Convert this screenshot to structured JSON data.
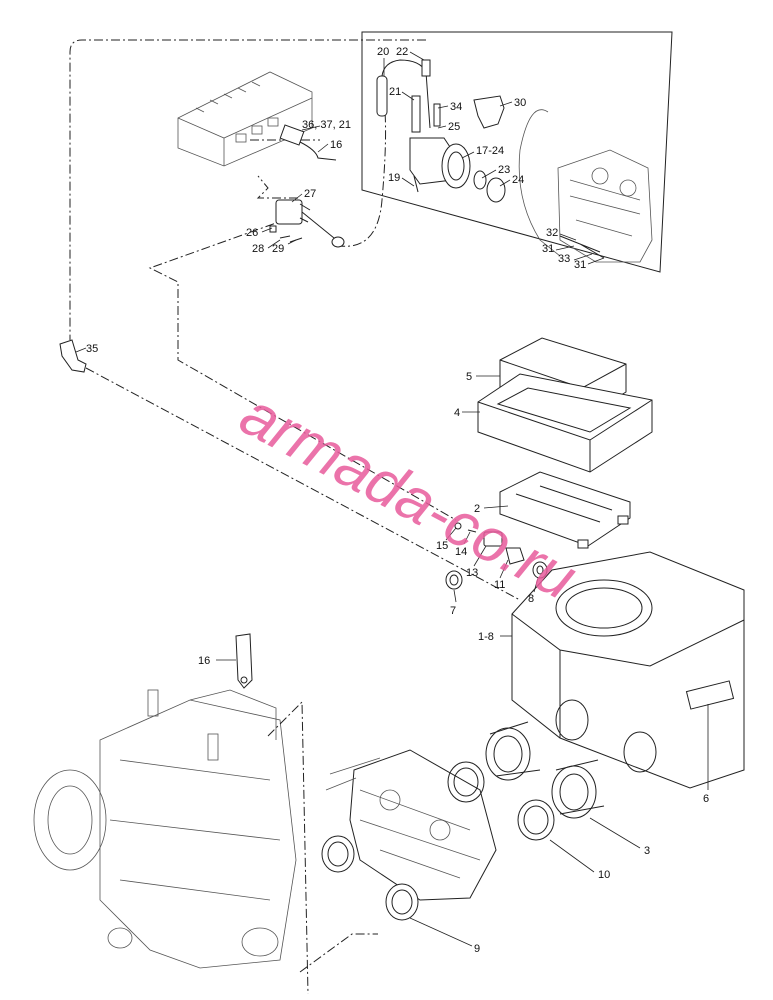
{
  "watermark": "armada-co.ru",
  "callouts": [
    {
      "id": "c20",
      "text": "20"
    },
    {
      "id": "c22",
      "text": "22"
    },
    {
      "id": "c21a",
      "text": "21"
    },
    {
      "id": "c34",
      "text": "34"
    },
    {
      "id": "c30",
      "text": "30"
    },
    {
      "id": "c25",
      "text": "25"
    },
    {
      "id": "c36",
      "text": "36, 37, 21"
    },
    {
      "id": "c16a",
      "text": "16"
    },
    {
      "id": "c1724",
      "text": "17-24"
    },
    {
      "id": "c23",
      "text": "23"
    },
    {
      "id": "c19",
      "text": "19"
    },
    {
      "id": "c24",
      "text": "24"
    },
    {
      "id": "c27",
      "text": "27"
    },
    {
      "id": "c26",
      "text": "26"
    },
    {
      "id": "c28",
      "text": "28"
    },
    {
      "id": "c29",
      "text": "29"
    },
    {
      "id": "c32",
      "text": "32"
    },
    {
      "id": "c31a",
      "text": "31"
    },
    {
      "id": "c33",
      "text": "33"
    },
    {
      "id": "c31b",
      "text": "31"
    },
    {
      "id": "c35",
      "text": "35"
    },
    {
      "id": "c5",
      "text": "5"
    },
    {
      "id": "c4",
      "text": "4"
    },
    {
      "id": "c2",
      "text": "2"
    },
    {
      "id": "c15",
      "text": "15"
    },
    {
      "id": "c14",
      "text": "14"
    },
    {
      "id": "c13",
      "text": "13"
    },
    {
      "id": "c11",
      "text": "11"
    },
    {
      "id": "c8",
      "text": "8"
    },
    {
      "id": "c7",
      "text": "7"
    },
    {
      "id": "c18",
      "text": "1-8"
    },
    {
      "id": "c16b",
      "text": "16"
    },
    {
      "id": "c6",
      "text": "6"
    },
    {
      "id": "c3",
      "text": "3"
    },
    {
      "id": "c10",
      "text": "10"
    },
    {
      "id": "c9",
      "text": "9"
    }
  ]
}
